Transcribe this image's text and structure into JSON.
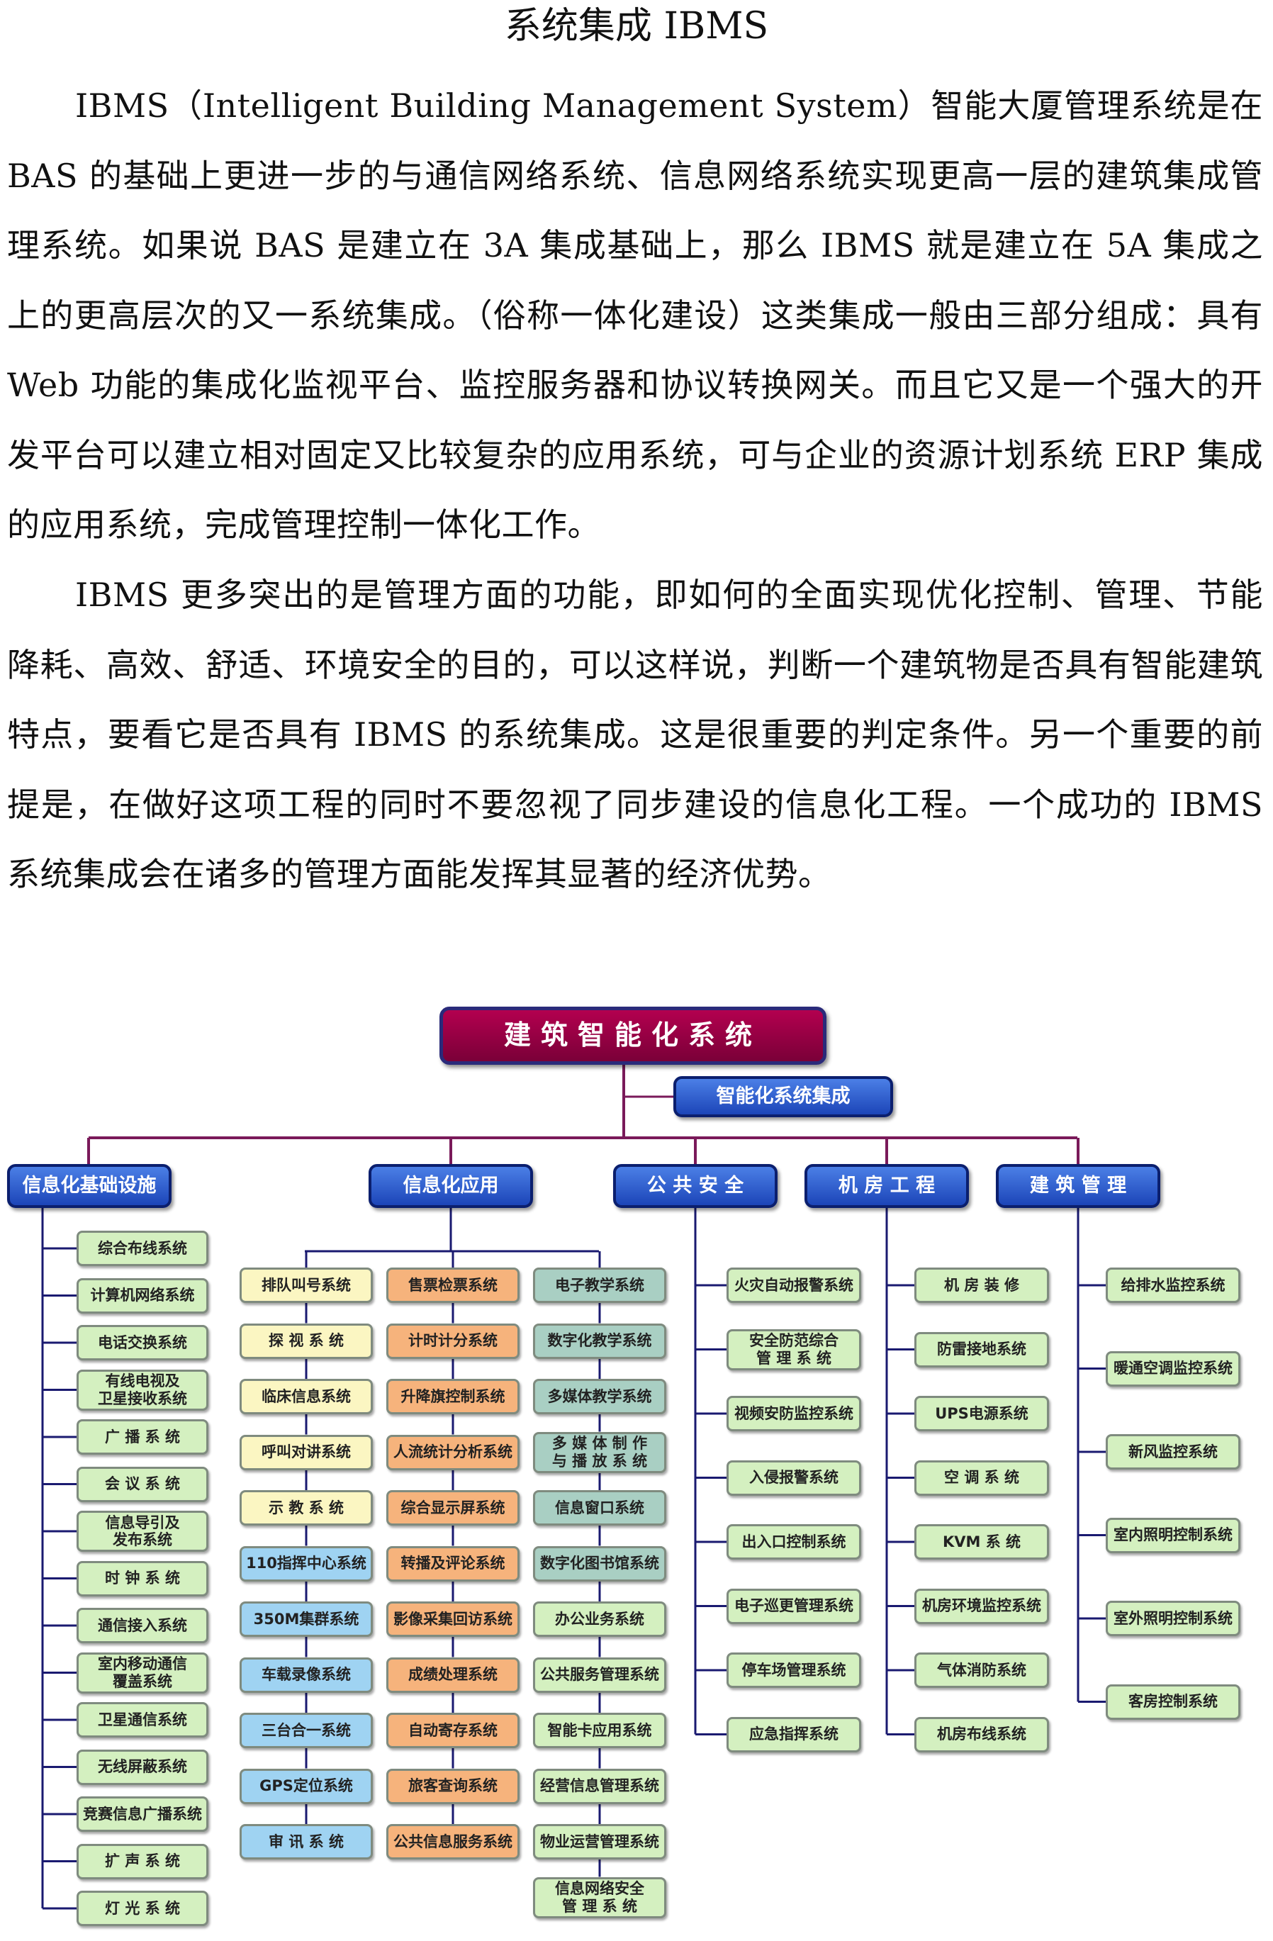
{
  "document": {
    "title": "系统集成 IBMS",
    "paragraphs": [
      "IBMS（Intelligent Building Management System）智能大厦管理系统是在BAS 的基础上更进一步的与通信网络系统、信息网络系统实现更高一层的建筑集成管理系统。如果说 BAS 是建立在 3A 集成基础上，那么 IBMS 就是建立在 5A 集成之上的更高层次的又一系统集成。（俗称一体化建设）这类集成一般由三部分组成：具有 Web 功能的集成化监视平台、监控服务器和协议转换网关。而且它又是一个强大的开发平台可以建立相对固定又比较复杂的应用系统，可与企业的资源计划系统 ERP 集成的应用系统，完成管理控制一体化工作。",
      "IBMS 更多突出的是管理方面的功能，即如何的全面实现优化控制、管理、节能降耗、高效、舒适、环境安全的目的，可以这样说，判断一个建筑物是否具有智能建筑特点，要看它是否具有 IBMS 的系统集成。这是很重要的判定条件。另一个重要的前提是，在做好这项工程的同时不要忽视了同步建设的信息化工程。一个成功的 IBMS 系统集成会在诸多的管理方面能发挥其显著的经济优势。"
    ]
  },
  "diagram": {
    "root": "建筑智能化系统",
    "integration": "智能化系统集成",
    "categories": {
      "infra": {
        "label": "信息化基础设施",
        "items": [
          "综合布线系统",
          "计算机网络系统",
          "电话交换系统",
          "有线电视及\n卫星接收系统",
          "广 播 系 统",
          "会 议 系 统",
          "信息导引及\n发布系统",
          "时 钟 系 统",
          "通信接入系统",
          "室内移动通信\n覆盖系统",
          "卫星通信系统",
          "无线屏蔽系统",
          "竞赛信息广播系统",
          "扩 声 系 统",
          "灯 光 系 统"
        ]
      },
      "app": {
        "label": "信息化应用",
        "col1": [
          "排队叫号系统",
          "探 视 系 统",
          "临床信息系统",
          "呼叫对讲系统",
          "示 教 系 统",
          "110指挥中心系统",
          "350M集群系统",
          "车载录像系统",
          "三台合一系统",
          "GPS定位系统",
          "审 讯 系 统"
        ],
        "col2": [
          "售票检票系统",
          "计时计分系统",
          "升降旗控制系统",
          "人流统计分析系统",
          "综合显示屏系统",
          "转播及评论系统",
          "影像采集回访系统",
          "成绩处理系统",
          "自动寄存系统",
          "旅客查询系统",
          "公共信息服务系统"
        ],
        "col3": [
          "电子教学系统",
          "数字化教学系统",
          "多媒体教学系统",
          "多 媒 体 制 作\n与 播 放 系 统",
          "信息窗口系统",
          "数字化图书馆系统",
          "办公业务系统",
          "公共服务管理系统",
          "智能卡应用系统",
          "经营信息管理系统",
          "物业运营管理系统",
          "信息网络安全\n管 理 系 统"
        ]
      },
      "security": {
        "label": "公 共 安 全",
        "items": [
          "火灾自动报警系统",
          "安全防范综合\n管 理 系 统",
          "视频安防监控系统",
          "入侵报警系统",
          "出入口控制系统",
          "电子巡更管理系统",
          "停车场管理系统",
          "应急指挥系统"
        ]
      },
      "room": {
        "label": "机 房 工 程",
        "items": [
          "机 房 装 修",
          "防雷接地系统",
          "UPS电源系统",
          "空 调 系 统",
          "KVM 系 统",
          "机房环境监控系统",
          "气体消防系统",
          "机房布线系统"
        ]
      },
      "mgmt": {
        "label": "建 筑 管 理",
        "items": [
          "给排水监控系统",
          "暖通空调监控系统",
          "新风监控系统",
          "室内照明控制系统",
          "室外照明控制系统",
          "客房控制系统"
        ]
      }
    }
  }
}
